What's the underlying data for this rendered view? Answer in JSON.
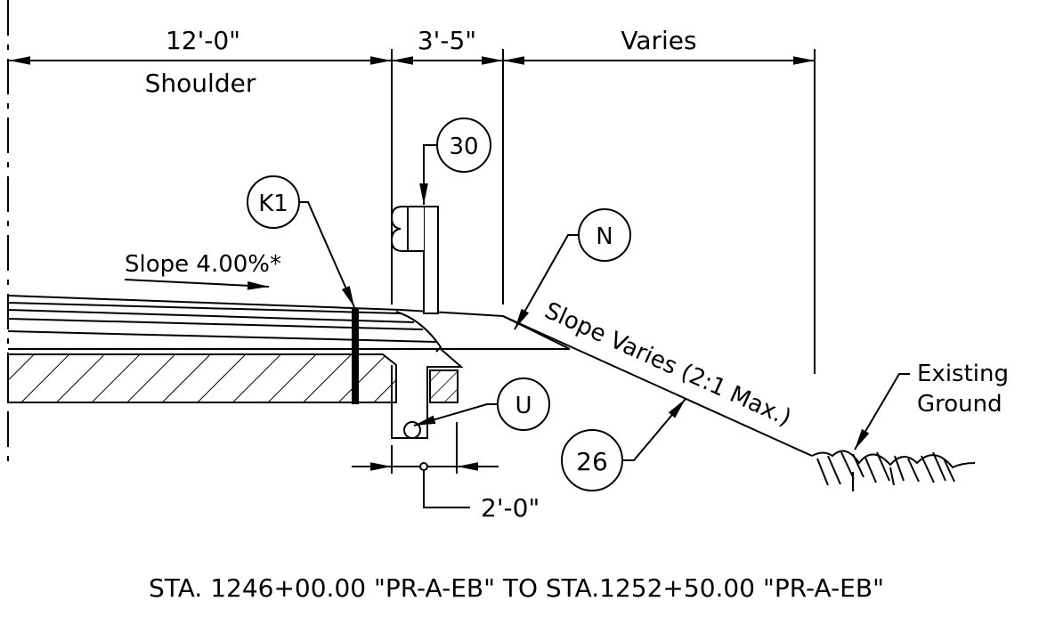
{
  "dimensions": {
    "shoulder_width": "12'-0\"",
    "barrier_width": "3'-5\"",
    "varies": "Varies",
    "offset": "2'-0\""
  },
  "labels": {
    "shoulder": "Shoulder",
    "slope_shoulder": "Slope 4.00%*",
    "slope_embankment": "Slope Varies (2:1 Max.)",
    "existing_ground_1": "Existing",
    "existing_ground_2": "Ground"
  },
  "callouts": {
    "c30": "30",
    "k1": "K1",
    "n": "N",
    "u": "U",
    "c26": "26"
  },
  "caption": "STA. 1246+00.00 \"PR-A-EB\" TO STA.1252+50.00 \"PR-A-EB\"",
  "colors": {
    "ink": "#000000",
    "background": "#ffffff"
  }
}
